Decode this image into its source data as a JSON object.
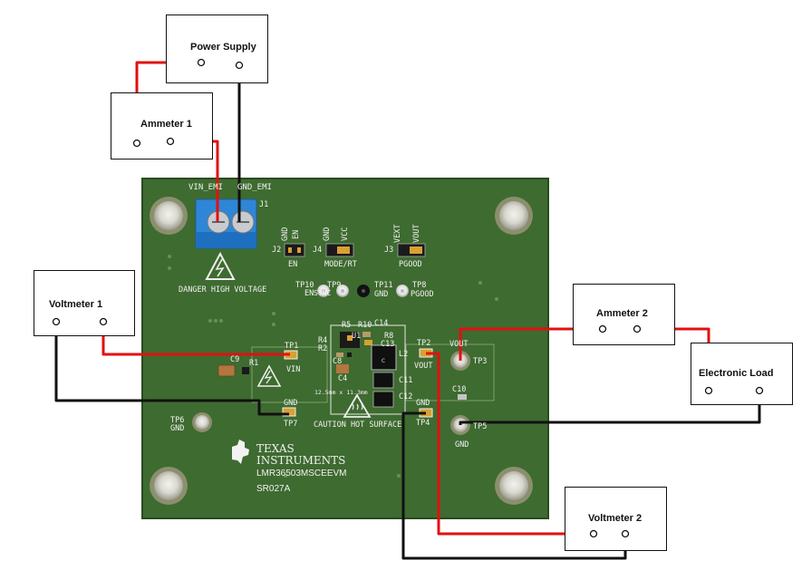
{
  "instruments": {
    "power_supply": "Power Supply",
    "ammeter1": "Ammeter 1",
    "voltmeter1": "Voltmeter 1",
    "ammeter2": "Ammeter 2",
    "electronic_load": "Electronic Load",
    "voltmeter2": "Voltmeter 2"
  },
  "board": {
    "j1_left": "VIN_EMI",
    "j1_right": "GND_EMI",
    "j1": "J1",
    "j2": "J2",
    "j2_gnd": "GND",
    "j2_en": "EN",
    "j2_label": "EN",
    "j4": "J4",
    "j4_gnd": "GND",
    "j4_vcc": "VCC",
    "j4_label": "MODE/RT",
    "j3": "J3",
    "j3_vext": "VEXT",
    "j3_vout": "VOUT",
    "j3_label": "PGOOD",
    "danger": "DANGER HIGH VOLTAGE",
    "tp10": "TP10",
    "tp10_sub": "EN",
    "tp9": "TP9",
    "tp9_sub": "SYNC",
    "tp11": "TP11",
    "tp11_sub": "GND",
    "tp8": "TP8",
    "tp8_sub": "PGOOD",
    "tp1": "TP1",
    "tp1_sub": "VIN",
    "tp7": "TP7",
    "tp7_sub": "GND",
    "tp2": "TP2",
    "tp2_sub": "VOUT",
    "tp3": "TP3",
    "tp3_sub": "VOUT",
    "tp4": "TP4",
    "tp4_sub": "GND",
    "tp5": "TP5",
    "tp5_sub": "GND",
    "tp6": "TP6",
    "tp6_sub": "GND",
    "r5": "R5",
    "r10": "R10",
    "c14": "C14",
    "r4": "R4",
    "r2": "R2",
    "u1": "U1",
    "r8": "R8",
    "c13": "C13",
    "c8": "C8",
    "c4": "C4",
    "l2": "L2",
    "c11": "C11",
    "c12": "C12",
    "c10": "C10",
    "c9": "C9",
    "r1": "R1",
    "dims": "12.5mm x 11.3mm",
    "caution": "CAUTION HOT SURFACE",
    "brand_line1": "TEXAS",
    "brand_line2": "INSTRUMENTS",
    "part_number": "LMR36503MSCEEVM",
    "revision": "SR027A"
  },
  "colors": {
    "pcb": "#3e6b30",
    "pcb_dark": "#2f5424",
    "wire_positive": "#e21010",
    "wire_ground": "#111111",
    "terminal_block": "#2f86d6"
  }
}
